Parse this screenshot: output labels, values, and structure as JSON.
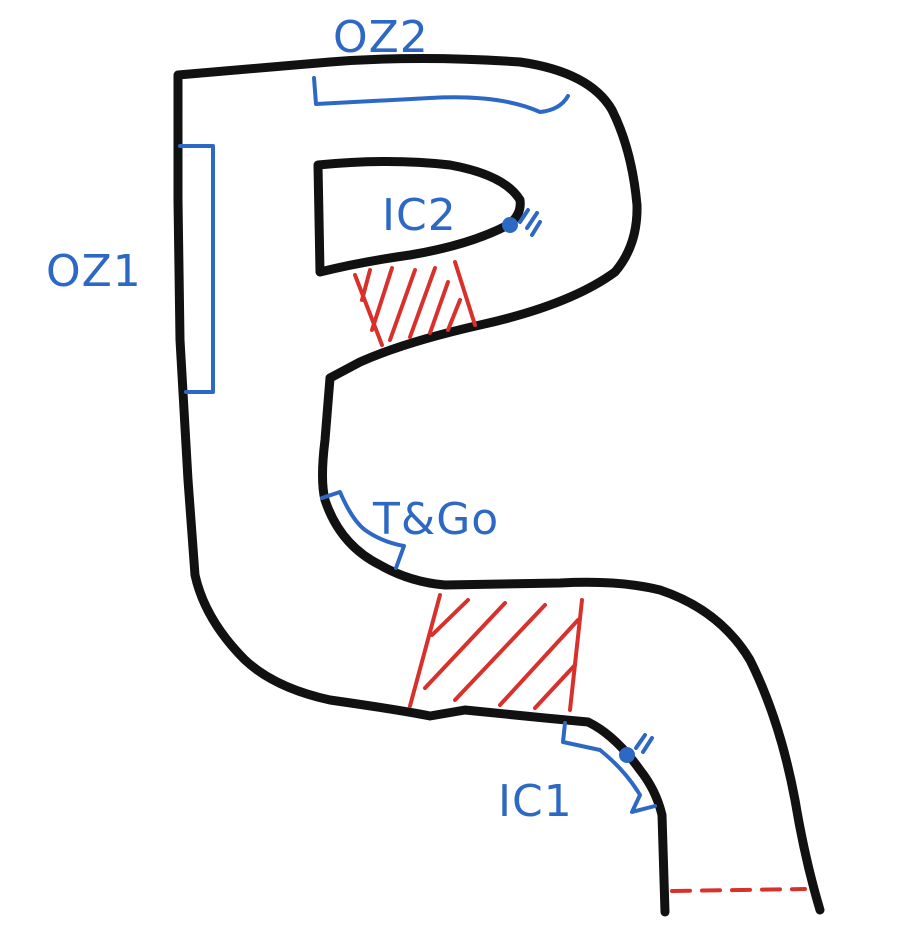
{
  "diagram": {
    "labels": {
      "oz1": "OZ1",
      "oz2": "OZ2",
      "ic1": "IC1",
      "ic2": "IC2",
      "t_and_go": "T&Go"
    }
  },
  "colors": {
    "track_outline": "#111111",
    "annotation": "#2d68c4",
    "hatch_zone": "#d8312c",
    "finish_line": "#d8312c",
    "background": "#ffffff"
  }
}
